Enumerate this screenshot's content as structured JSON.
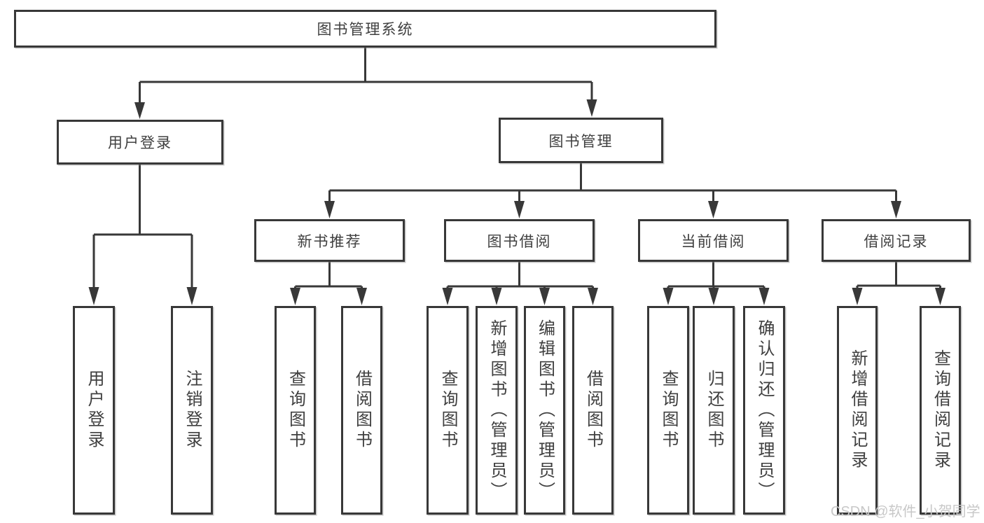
{
  "tree": {
    "root": {
      "label": "图书管理系统"
    },
    "level2": [
      {
        "label": "用户登录",
        "children": [
          {
            "label": "用户登录"
          },
          {
            "label": "注销登录"
          }
        ]
      },
      {
        "label": "图书管理"
      }
    ],
    "level3": [
      {
        "label": "新书推荐",
        "children": [
          {
            "label": "查询图书"
          },
          {
            "label": "借阅图书"
          }
        ]
      },
      {
        "label": "图书借阅",
        "children": [
          {
            "label": "查询图书"
          },
          {
            "label": "新增图书（管理员）"
          },
          {
            "label": "编辑图书（管理员）"
          },
          {
            "label": "借阅图书"
          }
        ]
      },
      {
        "label": "当前借阅",
        "children": [
          {
            "label": "查询图书"
          },
          {
            "label": "归还图书"
          },
          {
            "label": "确认归还（管理员）"
          }
        ]
      },
      {
        "label": "借阅记录",
        "children": [
          {
            "label": "新增借阅记录"
          },
          {
            "label": "查询借阅记录"
          }
        ]
      }
    ]
  },
  "watermark": {
    "text": "CSDN @软件_小贺同学"
  },
  "colors": {
    "line": "#383838",
    "text": "#3f3f3f",
    "watermark": "#c8c8c8",
    "background": "#ffffff"
  }
}
